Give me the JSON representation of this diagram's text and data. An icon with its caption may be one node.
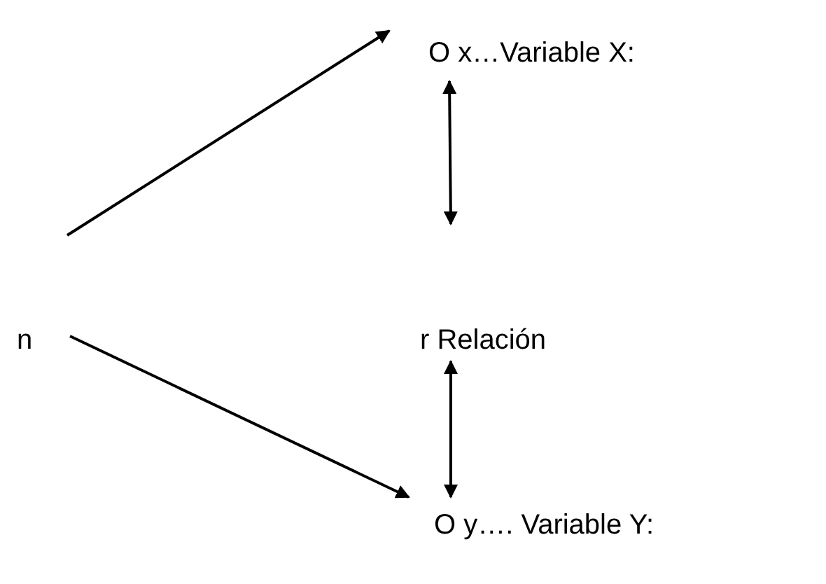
{
  "diagram": {
    "nodes": [
      {
        "text": [
          "n"
        ]
      },
      {
        "text": [
          "O x…Variable X:"
        ]
      },
      {
        "text": [
          "r Relación"
        ]
      },
      {
        "text": [
          "O y…. Variable Y:"
        ]
      }
    ],
    "edges": [
      {
        "from": 0,
        "to": 1,
        "arrow": "to"
      },
      {
        "from": 0,
        "to": 3,
        "arrow": "to"
      },
      {
        "from": 1,
        "to": 2,
        "arrow": "both"
      },
      {
        "from": 2,
        "to": 3,
        "arrow": "both"
      }
    ]
  }
}
